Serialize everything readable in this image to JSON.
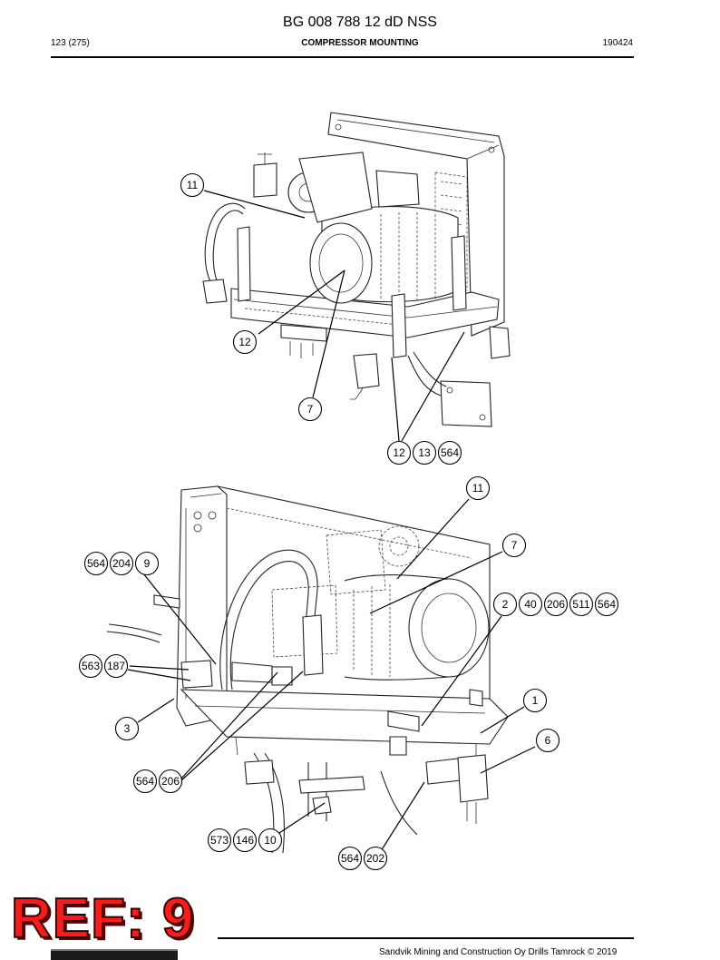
{
  "header": {
    "doc_title": "BG 008 788 12 dD NSS",
    "page_number": "123 (275)",
    "section_title": "COMPRESSOR MOUNTING",
    "date_code": "190424"
  },
  "footer": {
    "copyright": "Sandvik Mining and Construction Oy Drills Tamrock © 2019",
    "ref_stamp": "REF: 9"
  },
  "figure_top": {
    "callouts": [
      "11",
      "12",
      "7",
      "12",
      "13",
      "564"
    ]
  },
  "figure_bottom": {
    "callouts": [
      "11",
      "7",
      "564",
      "204",
      "9",
      "2",
      "40",
      "206",
      "511",
      "564",
      "563",
      "187",
      "3",
      "1",
      "6",
      "564",
      "206",
      "573",
      "146",
      "10",
      "564",
      "202"
    ]
  }
}
